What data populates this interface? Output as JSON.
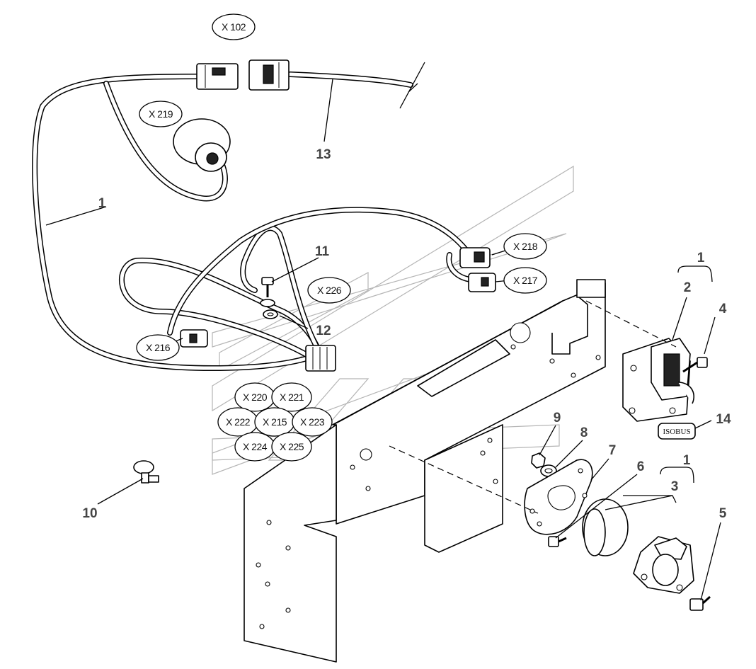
{
  "connectors": {
    "x102": "X 102",
    "x219": "X 219",
    "x218": "X 218",
    "x217": "X 217",
    "x226": "X 226",
    "x216": "X 216",
    "x220": "X 220",
    "x221": "X 221",
    "x222": "X 222",
    "x215": "X 215",
    "x223": "X 223",
    "x224": "X 224",
    "x225": "X 225"
  },
  "callouts": {
    "c1_harness": "1",
    "c13": "13",
    "c11": "11",
    "c12": "12",
    "c10": "10",
    "c1_socket_top": "1",
    "c2": "2",
    "c4": "4",
    "c14": "14",
    "c9": "9",
    "c8": "8",
    "c7": "7",
    "c6": "6",
    "c1_socket_bottom": "1",
    "c3": "3",
    "c5": "5"
  },
  "isobus_plate": "ISOBUS"
}
